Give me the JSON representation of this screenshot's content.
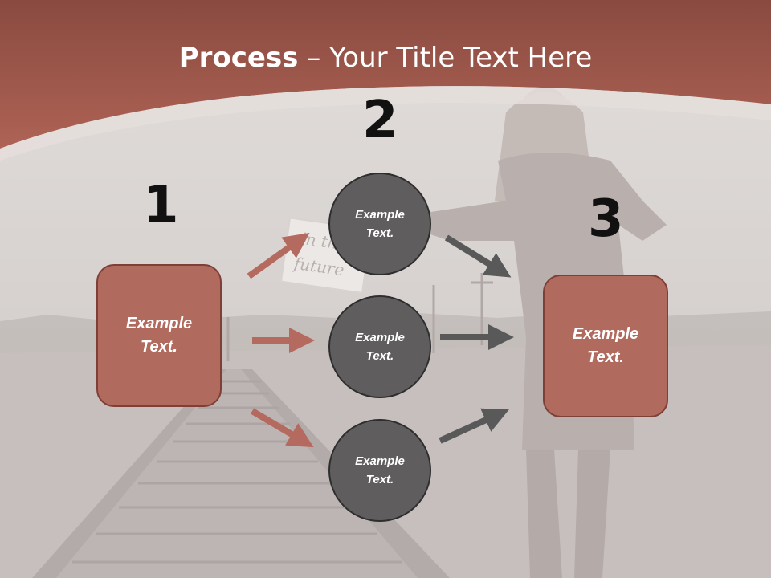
{
  "title": {
    "bold": "Process",
    "rest": " – Your Title Text Here"
  },
  "step_numbers": [
    "1",
    "2",
    "3"
  ],
  "left_box": {
    "line1": "Example",
    "line2": "Text."
  },
  "right_box": {
    "line1": "Example",
    "line2": "Text."
  },
  "circles": [
    {
      "line1": "Example",
      "line2": "Text."
    },
    {
      "line1": "Example",
      "line2": "Text."
    },
    {
      "line1": "Example",
      "line2": "Text."
    }
  ],
  "photo_sign": {
    "line1": "in the",
    "line2": "future"
  },
  "colors": {
    "header": "#a35a4d",
    "box_fill": "#b06a5e",
    "box_border": "#7e3f36",
    "circle_fill": "#5f5d5d",
    "arrow_red": "#b56a5f",
    "arrow_gray": "#595959"
  }
}
